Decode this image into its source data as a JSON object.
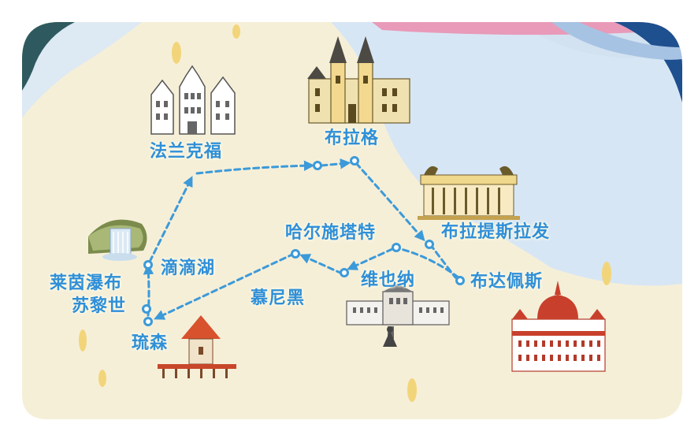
{
  "map": {
    "colors": {
      "land": "#f6efd8",
      "river": "#d7e6f5",
      "route": "#3c9ad9",
      "label": "#2f8fd8",
      "corner_pink": "#e89ab8",
      "corner_navy": "#1e4f8f",
      "corner_teal": "#2e5a5f"
    },
    "cities": {
      "frankfurt": "法兰克福",
      "prague": "布拉格",
      "bratislava": "布拉提斯拉发",
      "hallstatt": "哈尔施塔特",
      "titisee": "滴滴湖",
      "rhine_falls": "莱茵瀑布",
      "zurich": "苏黎世",
      "munich": "慕尼黑",
      "vienna": "维也纳",
      "budapest": "布达佩斯",
      "lucerne": "琉森"
    },
    "landmarks": [
      "frankfurt-romer-icon",
      "prague-tyn-church-icon",
      "bratislava-museum-icon",
      "rhine-falls-icon",
      "vienna-schonbrunn-icon",
      "lucerne-chapel-bridge-icon",
      "budapest-parliament-icon"
    ]
  }
}
